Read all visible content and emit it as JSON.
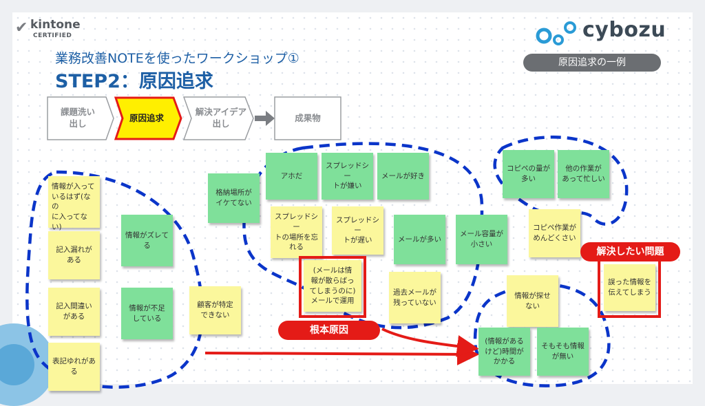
{
  "logos": {
    "kintone_name": "kintone",
    "kintone_sub": "CERTIFIED",
    "cybozu_name": "cybozu"
  },
  "header": {
    "subtitle": "業務改善NOTEを使ったワークショップ①",
    "title": "STEP2：原因追求",
    "badge": "原因追求の一例"
  },
  "steps": [
    {
      "label": "課題洗い\n出し"
    },
    {
      "label": "原因追求"
    },
    {
      "label": "解決アイデア\n出し"
    },
    {
      "label": "成果物"
    }
  ],
  "notes": {
    "n1": "情報が入って\nいるはず(なの\nに入ってない)",
    "n2": "記入漏れが\nある",
    "n3": "記入間違い\nがある",
    "n4": "表記ゆれがあ\nる",
    "n5": "情報がズレて\nる",
    "n6": "情報が不足\nしている",
    "n7": "顧客が特定\nできない",
    "n8": "格納場所が\nイケてない",
    "n9": "アホだ",
    "n10": "スプレッドシー\nトが嫌い",
    "n11": "メールが好き",
    "n12": "スプレッドシー\nトの場所を忘\nれる",
    "n13": "スプレッドシー\nトが遅い",
    "n14": "メールが多い",
    "n15": "メール容量が\n小さい",
    "n16": "(メールは情\n報が散らばっ\nてしまうのに)\nメールで運用",
    "n17": "過去メールが\n残っていない",
    "n18": "コピペの量が\n多い",
    "n19": "他の作業が\nあって忙しい",
    "n20": "コピペ作業が\nめんどくさい",
    "n21": "情報が探せ\nない",
    "n22": "誤った情報を\n伝えてしまう",
    "n23": "(情報がある\nけど)時間が\nかかる",
    "n24": "そもそも情報\nが無い"
  },
  "labels": {
    "root_cause": "根本原因",
    "problem": "解決したい問題"
  },
  "colors": {
    "accent_blue": "#1d5fa5",
    "dash_blue": "#0b35c9",
    "highlight_red": "#e41b17",
    "active_step": "#ffef00",
    "note_green": "#7fe09a",
    "note_yellow": "#fbf79c"
  }
}
